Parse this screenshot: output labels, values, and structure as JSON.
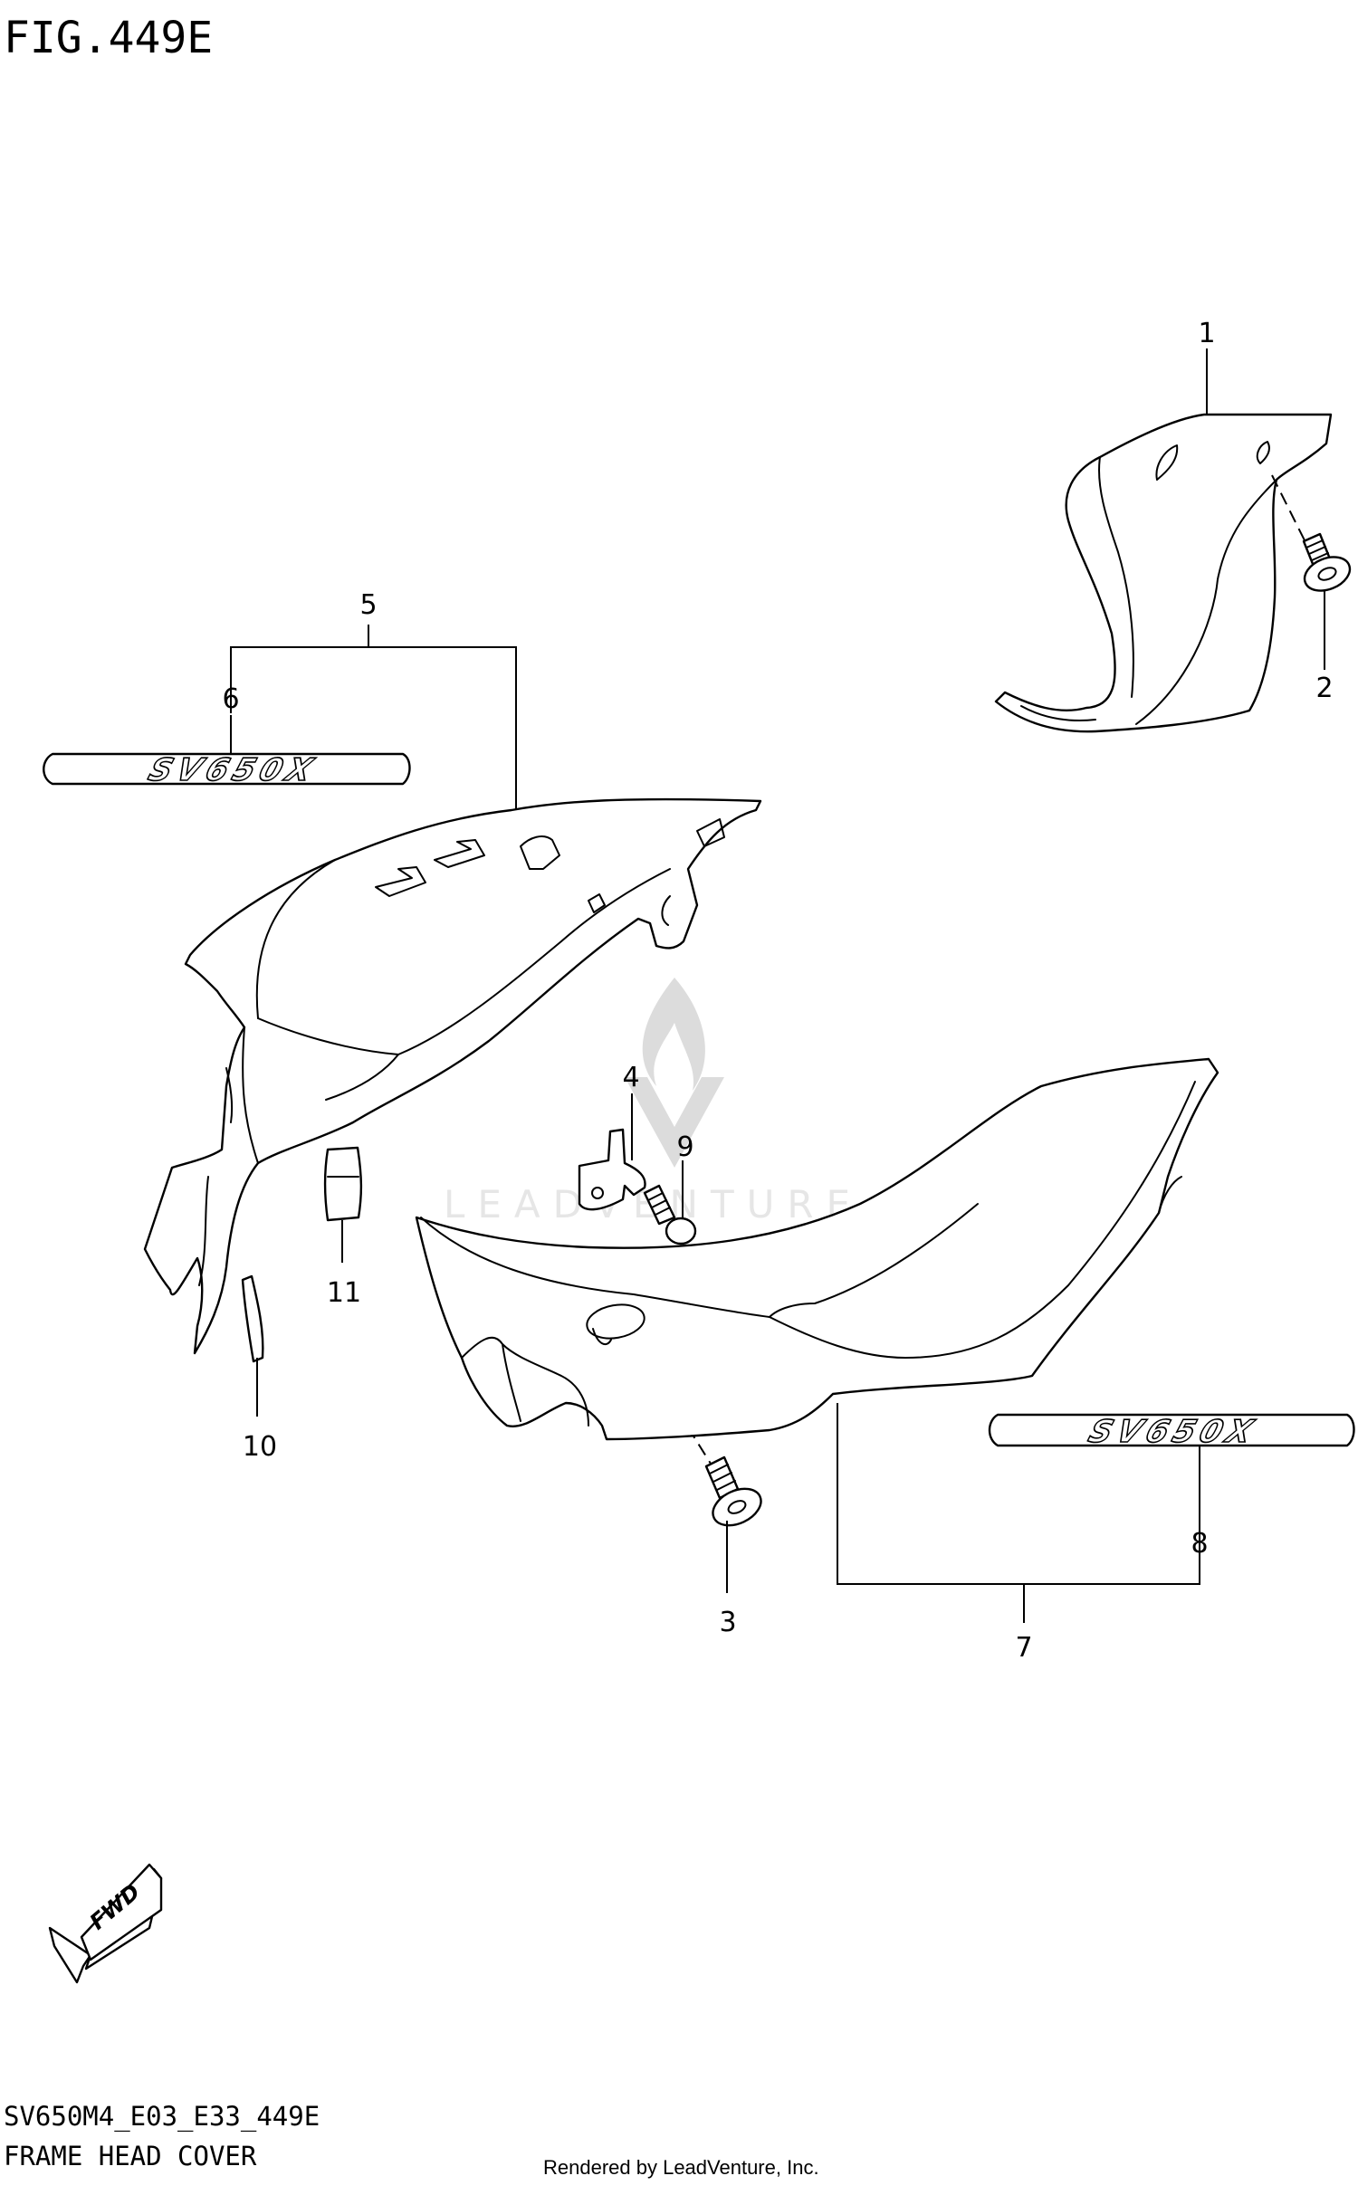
{
  "figure": {
    "title": "FIG.449E"
  },
  "callouts": {
    "c1": "1",
    "c2": "2",
    "c3": "3",
    "c4": "4",
    "c5": "5",
    "c6": "6",
    "c7": "7",
    "c8": "8",
    "c9": "9",
    "c10": "10",
    "c11": "11"
  },
  "emblem": {
    "text": "SV650X"
  },
  "direction_marker": {
    "label": "FWD"
  },
  "watermark": {
    "text": "LEADVENTURE"
  },
  "footer": {
    "model_code": "SV650M4_E03_E33_449E",
    "section_name": "FRAME HEAD COVER",
    "credit": "Rendered by LeadVenture, Inc."
  }
}
